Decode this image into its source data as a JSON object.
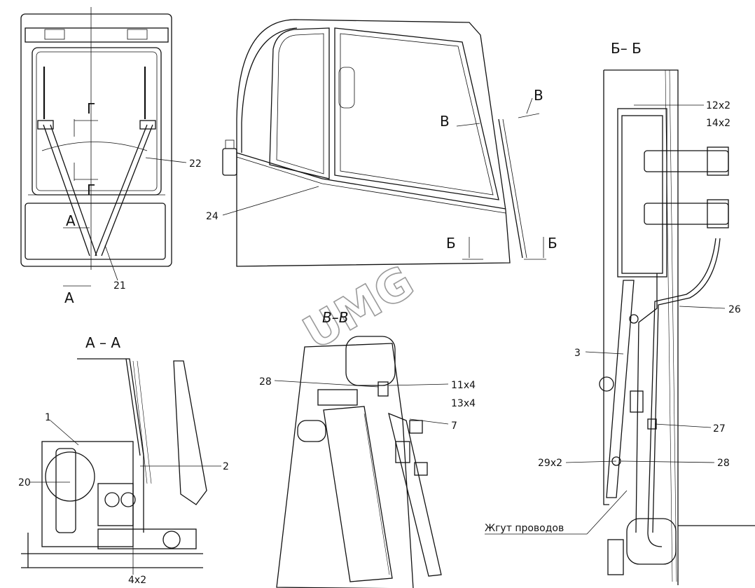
{
  "watermark": "UMG",
  "sections": {
    "view_aa": "А – А",
    "view_bb": "Б– Б",
    "view_vv": "В–В"
  },
  "cut_marks": {
    "a_top": "А",
    "a_bottom": "А",
    "g_top": "Г",
    "g_bottom": "Г",
    "v_left": "В",
    "v_right": "В",
    "b_left": "Б",
    "b_right": "Б"
  },
  "callouts": {
    "c22": "22",
    "c21": "21",
    "c24": "24",
    "c1": "1",
    "c2": "2",
    "c20": "20",
    "c4x2": "4x2",
    "c28_vv": "28",
    "c11x4": "11x4",
    "c13x4": "13x4",
    "c7": "7",
    "c12x2": "12x2",
    "c14x2": "14x2",
    "c26": "26",
    "c3": "3",
    "c27": "27",
    "c29x2": "29x2",
    "c28_bb": "28",
    "harness": "Жгут проводов"
  }
}
